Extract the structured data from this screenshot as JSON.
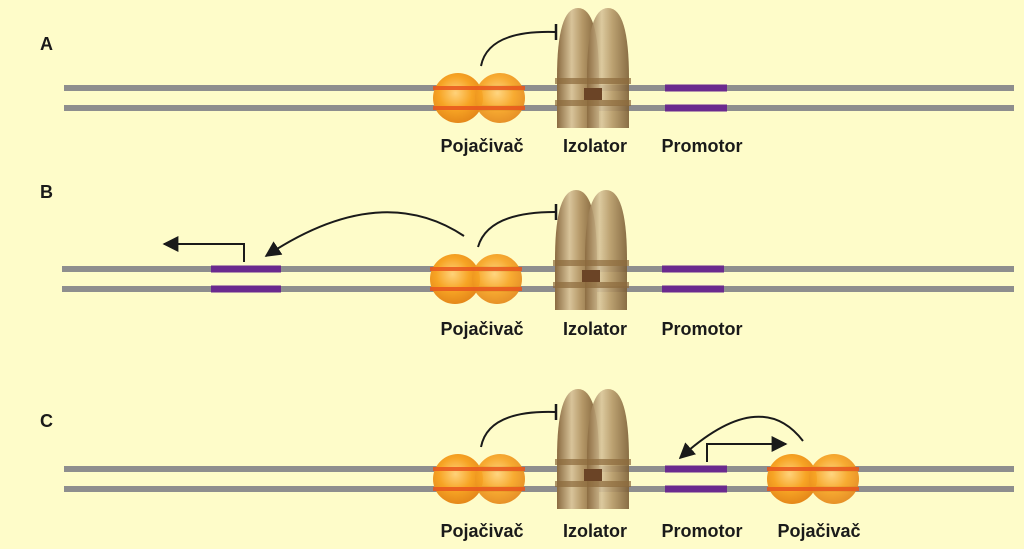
{
  "colors": {
    "background": "#fefcc9",
    "dna_strand": "#8e8e8e",
    "promoter": "#6a2a8e",
    "enhancer": "#f5a020",
    "insulator": "#a8865a",
    "arrow": "#1a1a1a"
  },
  "panels": [
    {
      "id": "A",
      "letter": "A",
      "labels": {
        "enhancer": "Pojačivač",
        "insulator": "Izolator",
        "promoter": "Promotor"
      }
    },
    {
      "id": "B",
      "letter": "B",
      "labels": {
        "enhancer": "Pojačivač",
        "insulator": "Izolator",
        "promoter": "Promotor"
      }
    },
    {
      "id": "C",
      "letter": "C",
      "labels": {
        "enhancer": "Pojačivač",
        "insulator": "Izolator",
        "promoter": "Promotor",
        "enhancer2": "Pojačivač"
      }
    }
  ],
  "icons": [
    "enhancer-icon",
    "insulator-icon",
    "promoter-icon",
    "blocked-arrow-icon",
    "activation-arrow-icon",
    "transcription-arrow-icon"
  ]
}
